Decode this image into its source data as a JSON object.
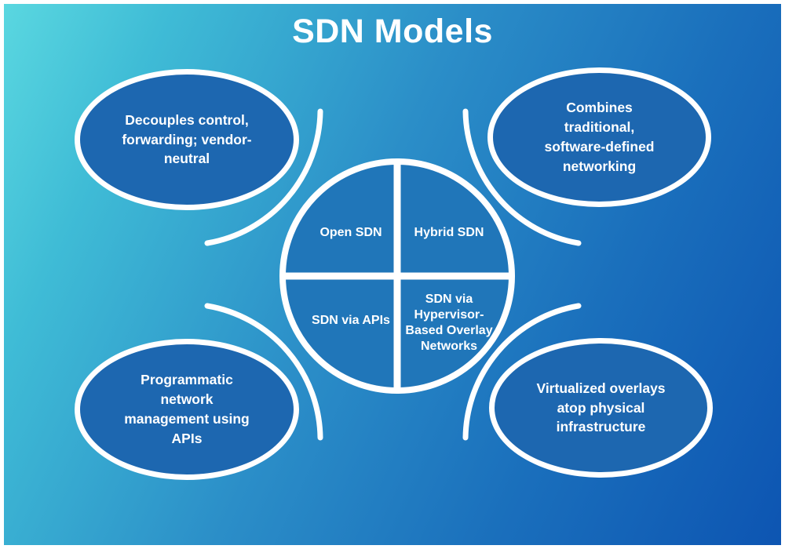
{
  "title": "SDN Models",
  "colors": {
    "background_start": "#5ad7e0",
    "background_mid": "#2b8ec8",
    "background_end": "#0d55b2",
    "bubble_fill": "#1d67b0",
    "circle_fill": "#2076b9",
    "line_white": "#ffffff",
    "text_white": "#ffffff"
  },
  "center_circle": {
    "quadrants": [
      {
        "position": "top-left",
        "label": "Open SDN"
      },
      {
        "position": "top-right",
        "label": "Hybrid SDN"
      },
      {
        "position": "bottom-left",
        "label": "SDN via APIs"
      },
      {
        "position": "bottom-right",
        "label": "SDN via\nHypervisor-\nBased Overlay\nNetworks"
      }
    ]
  },
  "bubbles": [
    {
      "position": "top-left",
      "description": "Decouples control,\nforwarding; vendor-\nneutral"
    },
    {
      "position": "top-right",
      "description": "Combines\ntraditional,\nsoftware-defined\nnetworking"
    },
    {
      "position": "bottom-left",
      "description": "Programmatic\nnetwork\nmanagement using\nAPIs"
    },
    {
      "position": "bottom-right",
      "description": "Virtualized overlays\natop physical\ninfrastructure"
    }
  ]
}
